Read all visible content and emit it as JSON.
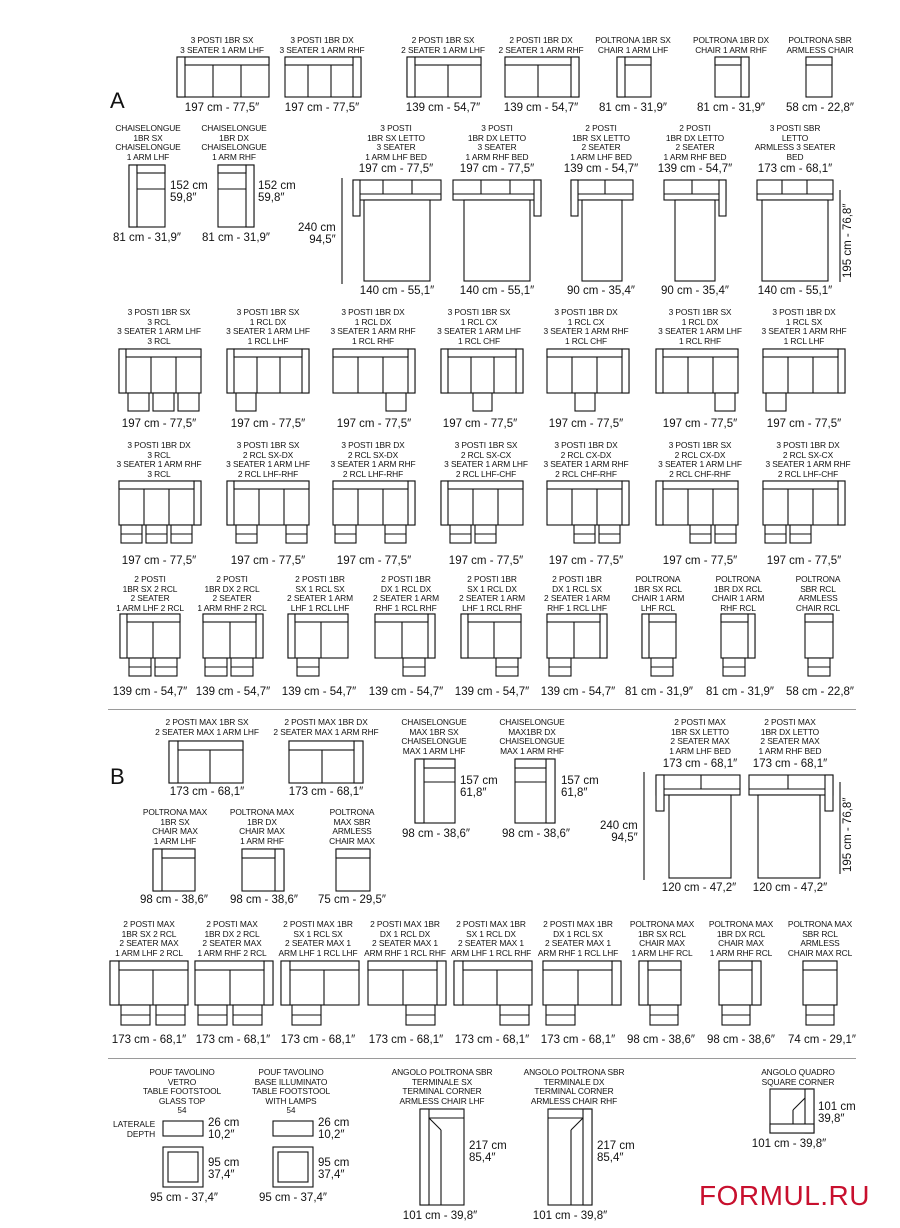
{
  "brand": "FORMUL.RU",
  "sections": {
    "a": "A",
    "b": "B"
  },
  "a_row1": [
    {
      "title": "3 POSTI 1BR SX\n3 SEATER 1 ARM LHF",
      "dim": "197 cm - 77,5″"
    },
    {
      "title": "3 POSTI 1BR DX\n3 SEATER 1 ARM RHF",
      "dim": "197 cm - 77,5″"
    },
    {
      "title": "2 POSTI 1BR SX\n2 SEATER 1 ARM LHF",
      "dim": "139 cm - 54,7″"
    },
    {
      "title": "2 POSTI 1BR DX\n2 SEATER 1 ARM RHF",
      "dim": "139 cm - 54,7″"
    },
    {
      "title": "POLTRONA 1BR SX\nCHAIR 1 ARM LHF",
      "dim": "81 cm - 31,9″"
    },
    {
      "title": "POLTRONA 1BR DX\nCHAIR 1 ARM RHF",
      "dim": "81 cm - 31,9″"
    },
    {
      "title": "POLTRONA SBR\nARMLESS CHAIR",
      "dim": "58 cm - 22,8″"
    }
  ],
  "a_chaise": [
    {
      "title": "CHAISELONGUE\n1BR SX\nCHAISELONGUE\n1 ARM LHF",
      "depth": "152 cm\n59,8″",
      "dim": "81 cm - 31,9″"
    },
    {
      "title": "CHAISELONGUE\n1BR DX\nCHAISELONGUE\n1 ARM RHF",
      "depth": "152 cm\n59,8″",
      "dim": "81 cm - 31,9″"
    }
  ],
  "a_beds": [
    {
      "title": "3 POSTI\n1BR SX LETTO\n3 SEATER\n1 ARM LHF BED",
      "top": "197 cm - 77,5″",
      "bottom": "140 cm - 55,1″"
    },
    {
      "title": "3 POSTI\n1BR DX LETTO\n3 SEATER\n1 ARM RHF BED",
      "top": "197 cm - 77,5″",
      "bottom": "140 cm - 55,1″"
    },
    {
      "title": "2 POSTI\n1BR SX LETTO\n2 SEATER\n1 ARM LHF BED",
      "top": "139 cm - 54,7″",
      "bottom": "90 cm - 35,4″"
    },
    {
      "title": "2 POSTI\n1BR DX LETTO\n2 SEATER\n1 ARM RHF BED",
      "top": "139 cm - 54,7″",
      "bottom": "90 cm - 35,4″"
    },
    {
      "title": "3 POSTI SBR\nLETTO\nARMLESS 3 SEATER\nBED",
      "top": "173 cm - 68,1″",
      "bottom": "140 cm - 55,1″"
    }
  ],
  "a_bed_depth": "240 cm\n94,5″",
  "a_bed_length": "195 cm - 76,8″",
  "a_row3": [
    {
      "title": "3 POSTI 1BR SX\n3 RCL\n3 SEATER 1 ARM LHF\n3 RCL",
      "dim": "197 cm - 77,5″"
    },
    {
      "title": "3 POSTI 1BR SX\n1 RCL DX\n3 SEATER 1 ARM LHF\n1 RCL LHF",
      "dim": "197 cm - 77,5″"
    },
    {
      "title": "3 POSTI 1BR DX\n1 RCL DX\n3 SEATER 1 ARM RHF\n1 RCL RHF",
      "dim": "197 cm - 77,5″"
    },
    {
      "title": "3 POSTI 1BR SX\n1 RCL CX\n3 SEATER 1 ARM LHF\n1 RCL CHF",
      "dim": "197 cm - 77,5″"
    },
    {
      "title": "3 POSTI 1BR DX\n1 RCL CX\n3 SEATER 1 ARM RHF\n1 RCL CHF",
      "dim": "197 cm - 77,5″"
    },
    {
      "title": "3 POSTI 1BR SX\n1 RCL DX\n3 SEATER 1 ARM LHF\n1 RCL RHF",
      "dim": "197 cm - 77,5″"
    },
    {
      "title": "3 POSTI 1BR DX\n1 RCL SX\n3 SEATER 1 ARM RHF\n1 RCL LHF",
      "dim": "197 cm - 77,5″"
    }
  ],
  "a_row4": [
    {
      "title": "3 POSTI 1BR DX\n3 RCL\n3 SEATER 1 ARM RHF\n3 RCL",
      "dim": "197 cm - 77,5″"
    },
    {
      "title": "3 POSTI 1BR SX\n2 RCL SX-DX\n3 SEATER 1 ARM LHF\n2 RCL LHF-RHF",
      "dim": "197 cm - 77,5″"
    },
    {
      "title": "3 POSTI 1BR DX\n2 RCL SX-DX\n3 SEATER 1 ARM RHF\n2 RCL LHF-RHF",
      "dim": "197 cm - 77,5″"
    },
    {
      "title": "3 POSTI 1BR SX\n2 RCL SX-CX\n3 SEATER 1 ARM LHF\n2 RCL LHF-CHF",
      "dim": "197 cm - 77,5″"
    },
    {
      "title": "3 POSTI 1BR DX\n2 RCL CX-DX\n3 SEATER 1 ARM RHF\n2 RCL CHF-RHF",
      "dim": "197 cm - 77,5″"
    },
    {
      "title": "3 POSTI 1BR SX\n2 RCL CX-DX\n3 SEATER 1 ARM LHF\n2 RCL CHF-RHF",
      "dim": "197 cm - 77,5″"
    },
    {
      "title": "3 POSTI 1BR DX\n2 RCL SX-CX\n3 SEATER 1 ARM RHF\n2 RCL LHF-CHF",
      "dim": "197 cm - 77,5″"
    }
  ],
  "a_row5": [
    {
      "title": "2 POSTI\n1BR SX 2 RCL\n2 SEATER\n1 ARM LHF 2 RCL",
      "dim": "139 cm - 54,7″"
    },
    {
      "title": "2 POSTI\n1BR DX 2 RCL\n2 SEATER\n1 ARM RHF 2 RCL",
      "dim": "139 cm - 54,7″"
    },
    {
      "title": "2 POSTI 1BR\nSX 1 RCL SX\n2 SEATER 1 ARM\nLHF 1 RCL LHF",
      "dim": "139 cm - 54,7″"
    },
    {
      "title": "2 POSTI 1BR\nDX 1 RCL DX\n2 SEATER 1 ARM\nRHF 1 RCL RHF",
      "dim": "139 cm - 54,7″"
    },
    {
      "title": "2 POSTI 1BR\nSX 1 RCL DX\n2 SEATER 1 ARM\nLHF 1 RCL RHF",
      "dim": "139 cm - 54,7″"
    },
    {
      "title": "2 POSTI 1BR\nDX 1 RCL SX\n2 SEATER 1 ARM\nRHF 1 RCL LHF",
      "dim": "139 cm - 54,7″"
    },
    {
      "title": "POLTRONA\n1BR SX RCL\nCHAIR 1 ARM\nLHF RCL",
      "dim": "81 cm - 31,9″"
    },
    {
      "title": "POLTRONA\n1BR DX RCL\nCHAIR 1 ARM\nRHF RCL",
      "dim": "81 cm - 31,9″"
    },
    {
      "title": "POLTRONA\nSBR RCL\nARMLESS\nCHAIR RCL",
      "dim": "58 cm - 22,8″"
    }
  ],
  "b_top": [
    {
      "title": "2 POSTI MAX 1BR SX\n2 SEATER MAX 1 ARM LHF",
      "dim": "173 cm - 68,1″"
    },
    {
      "title": "2 POSTI MAX 1BR DX\n2 SEATER MAX 1 ARM RHF",
      "dim": "173 cm - 68,1″"
    }
  ],
  "b_chairs": [
    {
      "title": "POLTRONA MAX\n1BR SX\nCHAIR MAX\n1 ARM LHF",
      "dim": "98 cm - 38,6″"
    },
    {
      "title": "POLTRONA MAX\n1BR DX\nCHAIR MAX\n1 ARM RHF",
      "dim": "98 cm - 38,6″"
    },
    {
      "title": "POLTRONA\nMAX SBR\nARMLESS\nCHAIR MAX",
      "dim": "75 cm - 29,5″"
    }
  ],
  "b_chaise": [
    {
      "title": "CHAISELONGUE\nMAX 1BR SX\nCHAISELONGUE\nMAX 1 ARM LHF",
      "depth": "157 cm\n61,8″",
      "dim": "98 cm - 38,6″"
    },
    {
      "title": "CHAISELONGUE\nMAX1BR DX\nCHAISELONGUE\nMAX 1 ARM RHF",
      "depth": "157 cm\n61,8″",
      "dim": "98 cm - 38,6″"
    }
  ],
  "b_beds": [
    {
      "title": "2 POSTI MAX\n1BR SX LETTO\n2 SEATER MAX\n1 ARM LHF BED",
      "top": "173 cm - 68,1″",
      "bottom": "120 cm - 47,2″"
    },
    {
      "title": "2 POSTI MAX\n1BR DX LETTO\n2 SEATER MAX\n1 ARM RHF BED",
      "top": "173 cm - 68,1″",
      "bottom": "120 cm - 47,2″"
    }
  ],
  "b_bed_depth": "240 cm\n94,5″",
  "b_bed_length": "195 cm - 76,8″",
  "b_rcl": [
    {
      "title": "2 POSTI MAX\n1BR SX 2 RCL\n2 SEATER MAX\n1 ARM LHF 2 RCL",
      "dim": "173 cm - 68,1″"
    },
    {
      "title": "2 POSTI MAX\n1BR DX 2 RCL\n2 SEATER MAX\n1 ARM RHF 2 RCL",
      "dim": "173 cm - 68,1″"
    },
    {
      "title": "2 POSTI MAX 1BR\nSX 1 RCL SX\n2 SEATER MAX 1\nARM LHF 1 RCL LHF",
      "dim": "173 cm - 68,1″"
    },
    {
      "title": "2 POSTI MAX 1BR\nDX 1 RCL DX\n2 SEATER MAX 1\nARM RHF 1 RCL RHF",
      "dim": "173 cm - 68,1″"
    },
    {
      "title": "2 POSTI MAX 1BR\nSX 1 RCL DX\n2 SEATER MAX 1\nARM LHF 1 RCL RHF",
      "dim": "173 cm - 68,1″"
    },
    {
      "title": "2 POSTI MAX 1BR\nDX 1 RCL SX\n2 SEATER MAX 1\nARM RHF 1 RCL LHF",
      "dim": "173 cm - 68,1″"
    },
    {
      "title": "POLTRONA MAX\n1BR SX RCL\nCHAIR MAX\n1 ARM LHF RCL",
      "dim": "98 cm - 38,6″"
    },
    {
      "title": "POLTRONA MAX\n1BR DX RCL\nCHAIR MAX\n1 ARM RHF RCL",
      "dim": "98 cm - 38,6″"
    },
    {
      "title": "POLTRONA MAX\nSBR RCL\nARMLESS\nCHAIR MAX RCL",
      "dim": "74 cm - 29,1″"
    }
  ],
  "poufs": [
    {
      "title": "POUF TAVOLINO\nVETRO\nTABLE FOOTSTOOL\nGLASS TOP",
      "num": "54",
      "h": "26 cm\n10,2″",
      "d": "95 cm\n37,4″",
      "dim": "95 cm - 37,4″"
    },
    {
      "title": "POUF TAVOLINO\nBASE ILLUMINATO\nTABLE FOOTSTOOL\nWITH LAMPS",
      "num": "54",
      "h": "26 cm\n10,2″",
      "d": "95 cm\n37,4″",
      "dim": "95 cm - 37,4″"
    }
  ],
  "laterale": "LATERALE\nDEPTH",
  "terminals": [
    {
      "title": "ANGOLO POLTRONA SBR\nTERMINALE SX\nTERMINAL CORNER\nARMLESS CHAIR LHF",
      "depth": "217 cm\n85,4″",
      "dim": "101 cm - 39,8″"
    },
    {
      "title": "ANGOLO POLTRONA SBR\nTERMINALE DX\nTERMINAL CORNER\nARMLESS CHAIR RHF",
      "depth": "217 cm\n85,4″",
      "dim": "101 cm - 39,8″"
    }
  ],
  "corner": {
    "title": "ANGOLO QUADRO\nSQUARE CORNER",
    "depth": "101 cm\n39,8″",
    "dim": "101 cm - 39,8″"
  }
}
